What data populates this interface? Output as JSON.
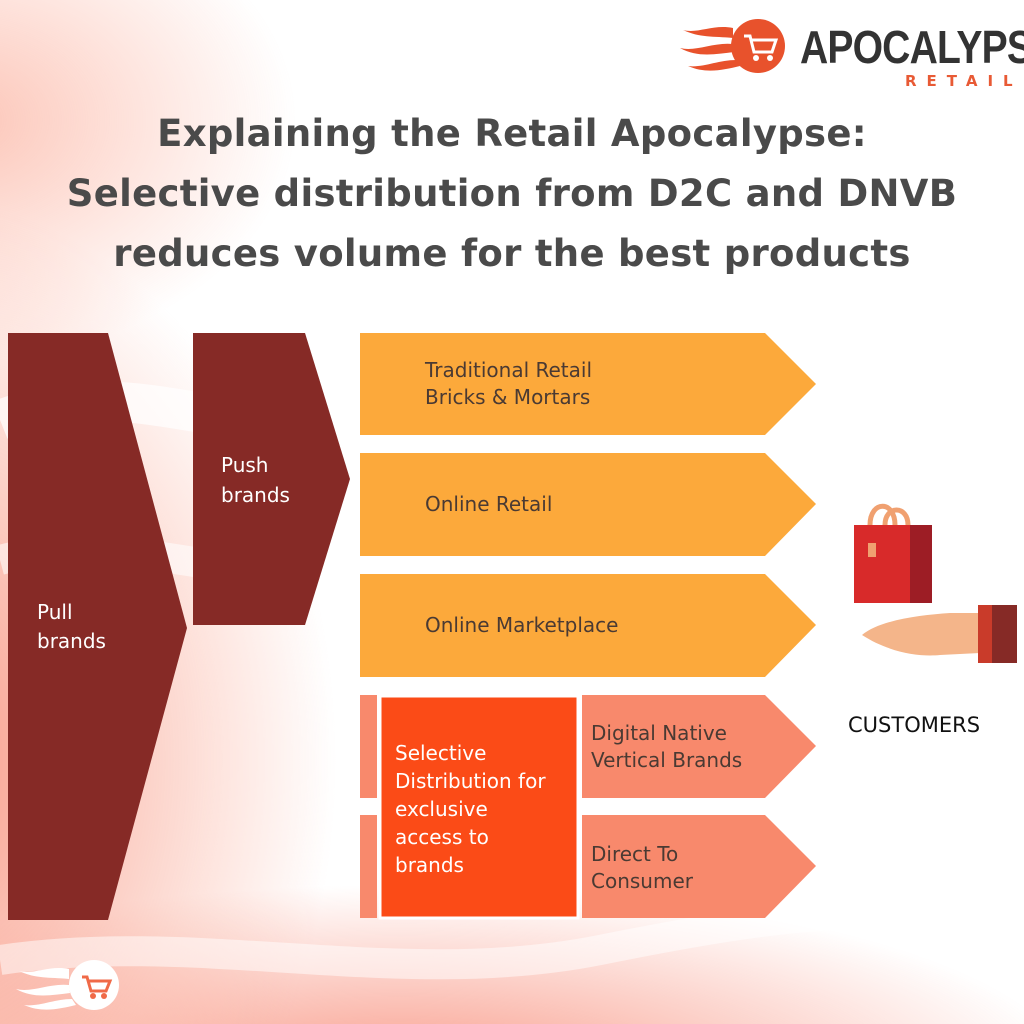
{
  "logo": {
    "name": "APOCALYPSE",
    "subtitle": "RETAIL"
  },
  "title": {
    "lines": [
      "Explaining the Retail Apocalypse:",
      "Selective distribution from D2C and DNVB",
      "reduces volume for the best products"
    ]
  },
  "diagram": {
    "pull_brands": "Pull\nbrands",
    "push_brands": "Push\nbrands",
    "channels": [
      "Traditional Retail\nBricks & Mortars",
      "Online Retail",
      "Online Marketplace"
    ],
    "selective": "Selective\nDistribution for\nexclusive\naccess to\nbrands",
    "selective_channels": [
      "Digital Native\nVertical Brands",
      "Direct To\nConsumer"
    ],
    "customers": "CUSTOMERS"
  },
  "colors": {
    "dark_red": "#862a26",
    "orange": "#fca93b",
    "red_orange": "#fb4b17",
    "salmon": "#f8896c",
    "title": "#4a4a4a"
  }
}
